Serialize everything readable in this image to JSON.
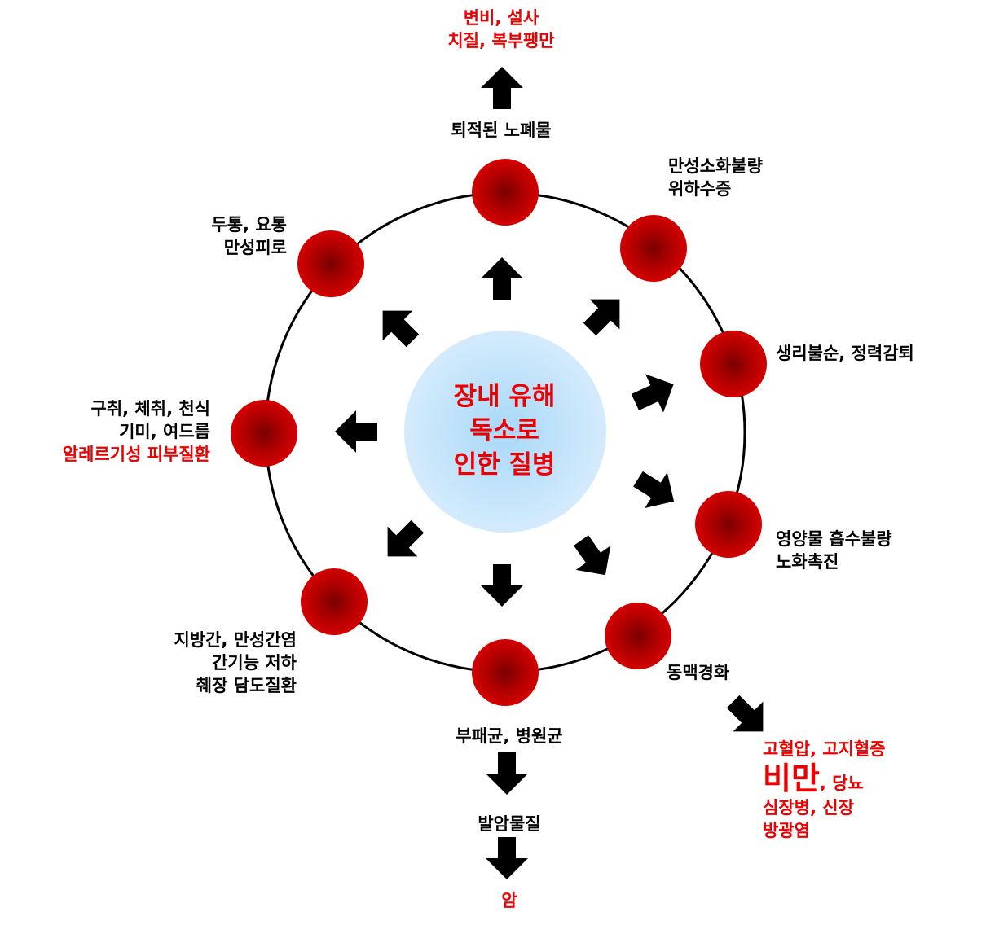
{
  "center": {
    "line1": "장내 유해",
    "line2": "독소로",
    "line3": "인한 질병"
  },
  "top": {
    "label": "퇴적된 노폐물",
    "result_line1": "변비, 설사",
    "result_line2": "치질, 복부팽만"
  },
  "upper_right": {
    "line1": "만성소화불량",
    "line2": "위하수증"
  },
  "right": {
    "line1": "생리불순, 정력감퇴"
  },
  "lower_right": {
    "line1": "영양물 흡수불량",
    "line2": "노화촉진"
  },
  "bottom_right": {
    "label": "동맥경화",
    "result_line1": "고혈압, 고지혈증",
    "result_big": "비만",
    "result_line2_rest": ", 당뇨",
    "result_line3": "심장병, 신장",
    "result_line4": "방광염"
  },
  "bottom": {
    "label": "부패균, 병원균",
    "middle": "발암물질",
    "result": "암"
  },
  "lower_left": {
    "line1": "지방간, 만성간염",
    "line2": "간기능 저하",
    "line3": "췌장 담도질환"
  },
  "left": {
    "line1": "구취, 체취, 천식",
    "line2": "기미, 여드름",
    "line3": "알레르기성 피부질환"
  },
  "upper_left": {
    "line1": "두통, 요통",
    "line2": "만성피로"
  },
  "colors": {
    "accent_red": "#ee0000",
    "node_dark": "#7a0000",
    "node_red": "#cc0000",
    "center_light": "#d7ecfd",
    "center_mid": "#a8d8f8"
  }
}
